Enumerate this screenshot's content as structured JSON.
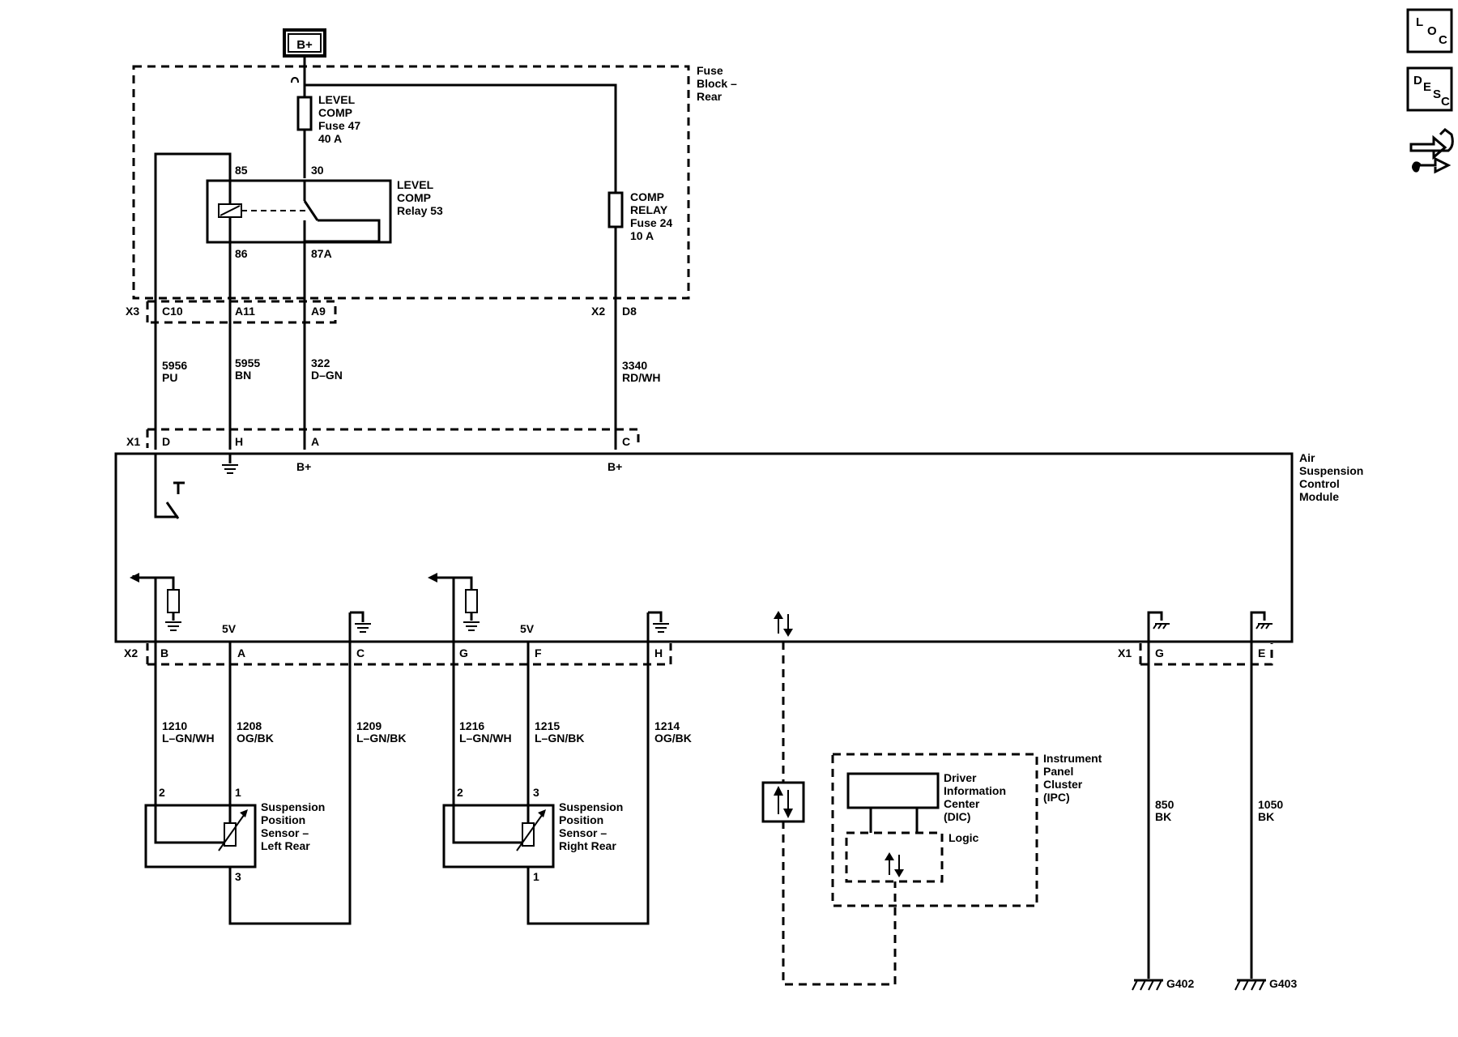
{
  "supply": {
    "label": "B+"
  },
  "fuse_block": {
    "label_line1": "Fuse",
    "label_line2": "Block –",
    "label_line3": "Rear"
  },
  "fuse47": {
    "l1": "LEVEL",
    "l2": "COMP",
    "l3": "Fuse 47",
    "l4": "40 A"
  },
  "relay53": {
    "l1": "LEVEL",
    "l2": "COMP",
    "l3": "Relay 53",
    "pin85": "85",
    "pin30": "30",
    "pin86": "86",
    "pin87a": "87A"
  },
  "fuse24": {
    "l1": "COMP",
    "l2": "RELAY",
    "l3": "Fuse 24",
    "l4": "10 A"
  },
  "connectors_top": {
    "x3": "X3",
    "c10": "C10",
    "a11": "A11",
    "a9": "A9",
    "x2": "X2",
    "d8": "D8"
  },
  "wires_top": [
    {
      "num": "5956",
      "color": "PU"
    },
    {
      "num": "5955",
      "color": "BN"
    },
    {
      "num": "322",
      "color": "D–GN"
    },
    {
      "num": "3340",
      "color": "RD/WH"
    }
  ],
  "module": {
    "l1": "Air",
    "l2": "Suspension",
    "l3": "Control",
    "l4": "Module",
    "x1": "X1",
    "d": "D",
    "h": "H",
    "a": "A",
    "c": "C",
    "bplus_a": "B+",
    "bplus_c": "B+",
    "v5_left": "5V",
    "v5_right": "5V"
  },
  "connectors_bottom": {
    "x2": "X2",
    "b": "B",
    "a": "A",
    "c": "C",
    "g": "G",
    "f": "F",
    "h": "H",
    "x1": "X1",
    "g2": "G",
    "e": "E"
  },
  "wires_bottom": [
    {
      "num": "1210",
      "color": "L–GN/WH"
    },
    {
      "num": "1208",
      "color": "OG/BK"
    },
    {
      "num": "1209",
      "color": "L–GN/BK"
    },
    {
      "num": "1216",
      "color": "L–GN/WH"
    },
    {
      "num": "1215",
      "color": "L–GN/BK"
    },
    {
      "num": "1214",
      "color": "OG/BK"
    },
    {
      "num": "850",
      "color": "BK"
    },
    {
      "num": "1050",
      "color": "BK"
    }
  ],
  "sensor_left": {
    "l1": "Suspension",
    "l2": "Position",
    "l3": "Sensor –",
    "l4": "Left Rear",
    "pin2": "2",
    "pin1": "1",
    "pin3": "3"
  },
  "sensor_right": {
    "l1": "Suspension",
    "l2": "Position",
    "l3": "Sensor –",
    "l4": "Right Rear",
    "pin2": "2",
    "pin3": "3",
    "pin1": "1"
  },
  "ipc": {
    "l1": "Instrument",
    "l2": "Panel",
    "l3": "Cluster",
    "l4": "(IPC)",
    "dic1": "Driver",
    "dic2": "Information",
    "dic3": "Center",
    "dic4": "(DIC)",
    "logic": "Logic"
  },
  "grounds": {
    "g402": "G402",
    "g403": "G403"
  },
  "side_icons": {
    "loc": {
      "l": "L",
      "o": "O",
      "c": "C",
      "icon": "location-icon"
    },
    "desc": {
      "d": "D",
      "e": "E",
      "s": "S",
      "c": "C",
      "icon": "description-icon"
    },
    "service": {
      "icon": "service-tools-icon"
    }
  }
}
